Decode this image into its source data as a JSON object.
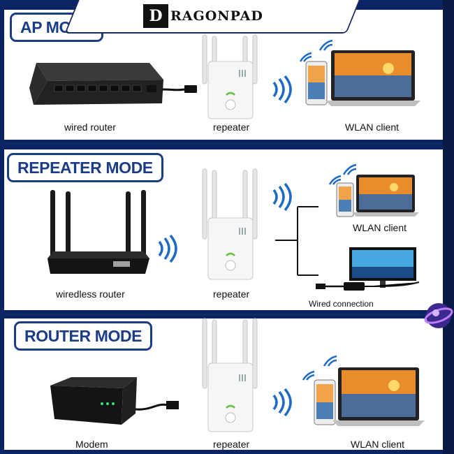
{
  "brand": {
    "initial": "D",
    "name": "RAGONPAD"
  },
  "modes": {
    "ap": {
      "label": "AP MODE",
      "captions": {
        "source": "wired router",
        "repeater": "repeater",
        "client": "WLAN client"
      }
    },
    "repeater": {
      "label": "REPEATER MODE",
      "captions": {
        "source": "wiredless router",
        "repeater": "repeater",
        "client": "WLAN client",
        "wired": "Wired connection"
      }
    },
    "router": {
      "label": "ROUTER MODE",
      "captions": {
        "source": "Modem",
        "repeater": "repeater",
        "client": "WLAN client"
      }
    }
  },
  "colors": {
    "label_blue": "#1b3d87",
    "frame_navy": "#0b2464",
    "wifi_blue": "#1e6bc4"
  },
  "icons": [
    "wifi-waves-icon",
    "wifi-signal-icon",
    "ethernet-cable-icon",
    "badge-icon"
  ]
}
